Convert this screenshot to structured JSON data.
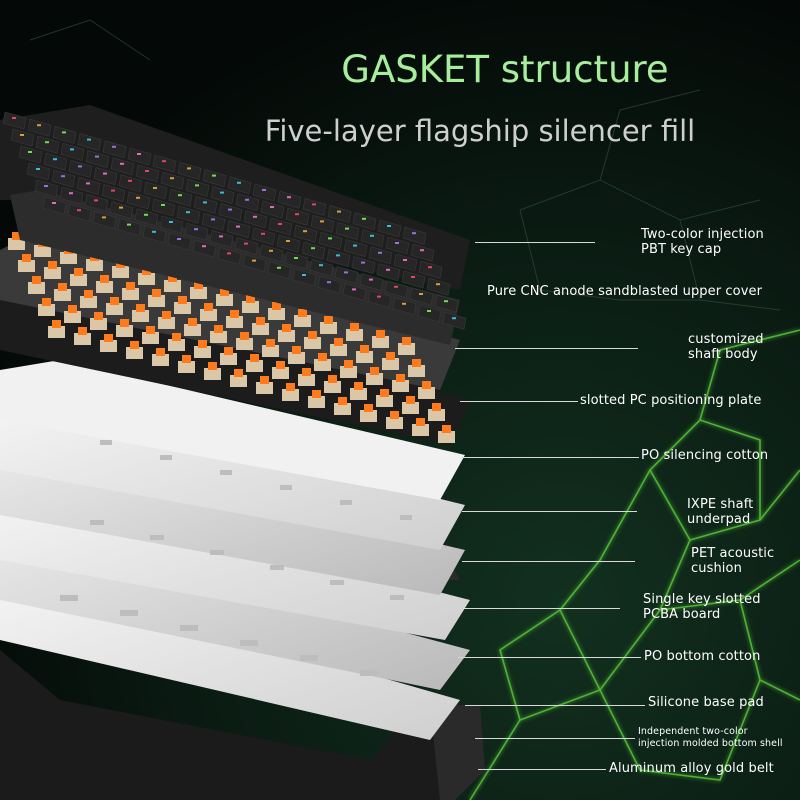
{
  "title": "GASKET structure",
  "subtitle": "Five-layer flagship silencer fill",
  "colors": {
    "title": "#a7ee9c",
    "subtitle": "#cfcfcf",
    "background": "#07120d",
    "vein_glow": "#6fe34a",
    "keycap": "#262626",
    "switch_orange": "#ff7a1a",
    "switch_beige": "#d9c7a8",
    "layer_white": "#eeeeee",
    "frame": "#2b2b2b"
  },
  "labels": [
    {
      "text": "Two-color injection\nPBT key cap"
    },
    {
      "text": "Pure CNC anode sandblasted upper cover"
    },
    {
      "text": "customized\nshaft body"
    },
    {
      "text": "slotted PC positioning plate"
    },
    {
      "text": "PO silencing cotton"
    },
    {
      "text": "IXPE shaft\nunderpad"
    },
    {
      "text": "PET acoustic\ncushion"
    },
    {
      "text": "Single key slotted\nPCBA board"
    },
    {
      "text": "PO bottom cotton"
    },
    {
      "text": "Silicone base pad"
    },
    {
      "text": "Independent two-color\ninjection molded bottom shell"
    },
    {
      "text": "Aluminum alloy gold belt"
    }
  ]
}
